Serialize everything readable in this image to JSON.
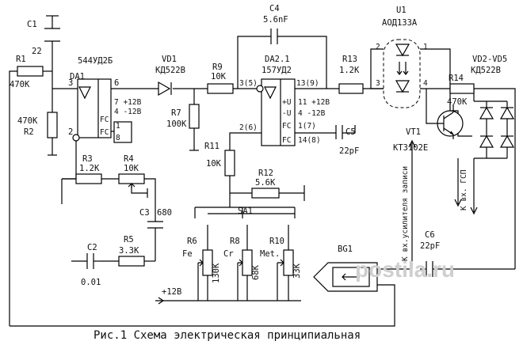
{
  "capacitors": {
    "c1": {
      "ref": "C1",
      "value": "22"
    },
    "c2": {
      "ref": "C2",
      "value": "0.01"
    },
    "c3": {
      "ref": "C3",
      "value": "680"
    },
    "c4": {
      "ref": "C4",
      "value": "5.6nF"
    },
    "c5": {
      "ref": "C5",
      "value": "22pF"
    },
    "c6": {
      "ref": "C6",
      "value": "22pF"
    }
  },
  "resistors": {
    "r1": {
      "ref": "R1",
      "value": "470K"
    },
    "r2": {
      "ref": "R2",
      "value": "470K"
    },
    "r3": {
      "ref": "R3",
      "value": "1.2K"
    },
    "r4": {
      "ref": "R4",
      "value": "10K"
    },
    "r5": {
      "ref": "R5",
      "value": "3.3K"
    },
    "r6": {
      "ref": "R6",
      "value": "130K",
      "tag": "Fe"
    },
    "r7": {
      "ref": "R7",
      "value": "100K"
    },
    "r8": {
      "ref": "R8",
      "value": "68K",
      "tag": "Cr"
    },
    "r9": {
      "ref": "R9",
      "value": "10K"
    },
    "r10": {
      "ref": "R10",
      "value": "33K",
      "tag": "Met."
    },
    "r11": {
      "ref": "R11",
      "value": "10K"
    },
    "r12": {
      "ref": "R12",
      "value": "5.6K"
    },
    "r13": {
      "ref": "R13",
      "value": "1.2K"
    },
    "r14": {
      "ref": "R14",
      "value": "470K"
    }
  },
  "da1": {
    "ref": "DA1",
    "part": "544УД2Б",
    "pins": [
      "3",
      "6",
      "2",
      "7 +12В",
      "4 -12В",
      "FC",
      "1",
      "FC",
      "8"
    ]
  },
  "da2": {
    "ref": "DA2.1",
    "part": "157УД2",
    "pins": [
      "3(5)",
      "13(9)",
      "2(6)",
      "+U",
      "11 +12В",
      "-U",
      "4 -12В",
      "FC",
      "1(7)",
      "FC",
      "14(8)"
    ]
  },
  "vd1": {
    "ref": "VD1",
    "part": "КД522В"
  },
  "u1": {
    "ref": "U1",
    "part": "АОД133А",
    "pins": [
      "2",
      "1",
      "3",
      "4"
    ]
  },
  "vd2_5": {
    "ref": "VD2-VD5",
    "part": "КД522В"
  },
  "vt1": {
    "ref": "VT1",
    "part": "КТ3102Е"
  },
  "sa1": {
    "ref": "SA1"
  },
  "bg1": {
    "ref": "BG1"
  },
  "supply_label": "+12В",
  "out_amp_label": "К вх.усилителя записи",
  "out_gsp_label": "К вх. ГСП",
  "caption": "Рис.1 Схема электрическая принципиальная",
  "watermark": "postila.ru"
}
